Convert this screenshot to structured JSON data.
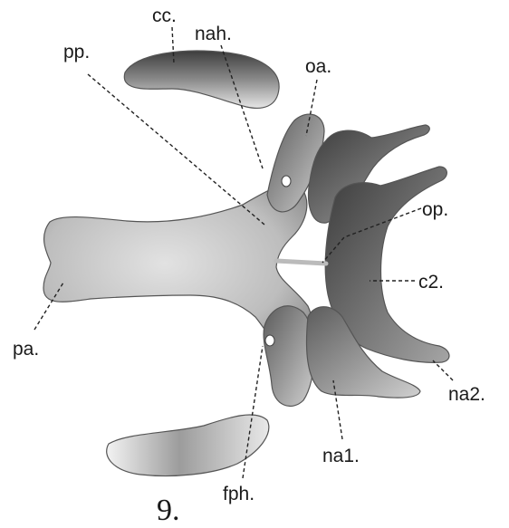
{
  "figure": {
    "number": "9.",
    "labels": {
      "cc": "cc.",
      "nah": "nah.",
      "pp": "pp.",
      "oa": "oa.",
      "op": "op.",
      "c2": "c2.",
      "pa": "pa.",
      "na2": "na2.",
      "na1": "na1.",
      "fph": "fph."
    }
  }
}
